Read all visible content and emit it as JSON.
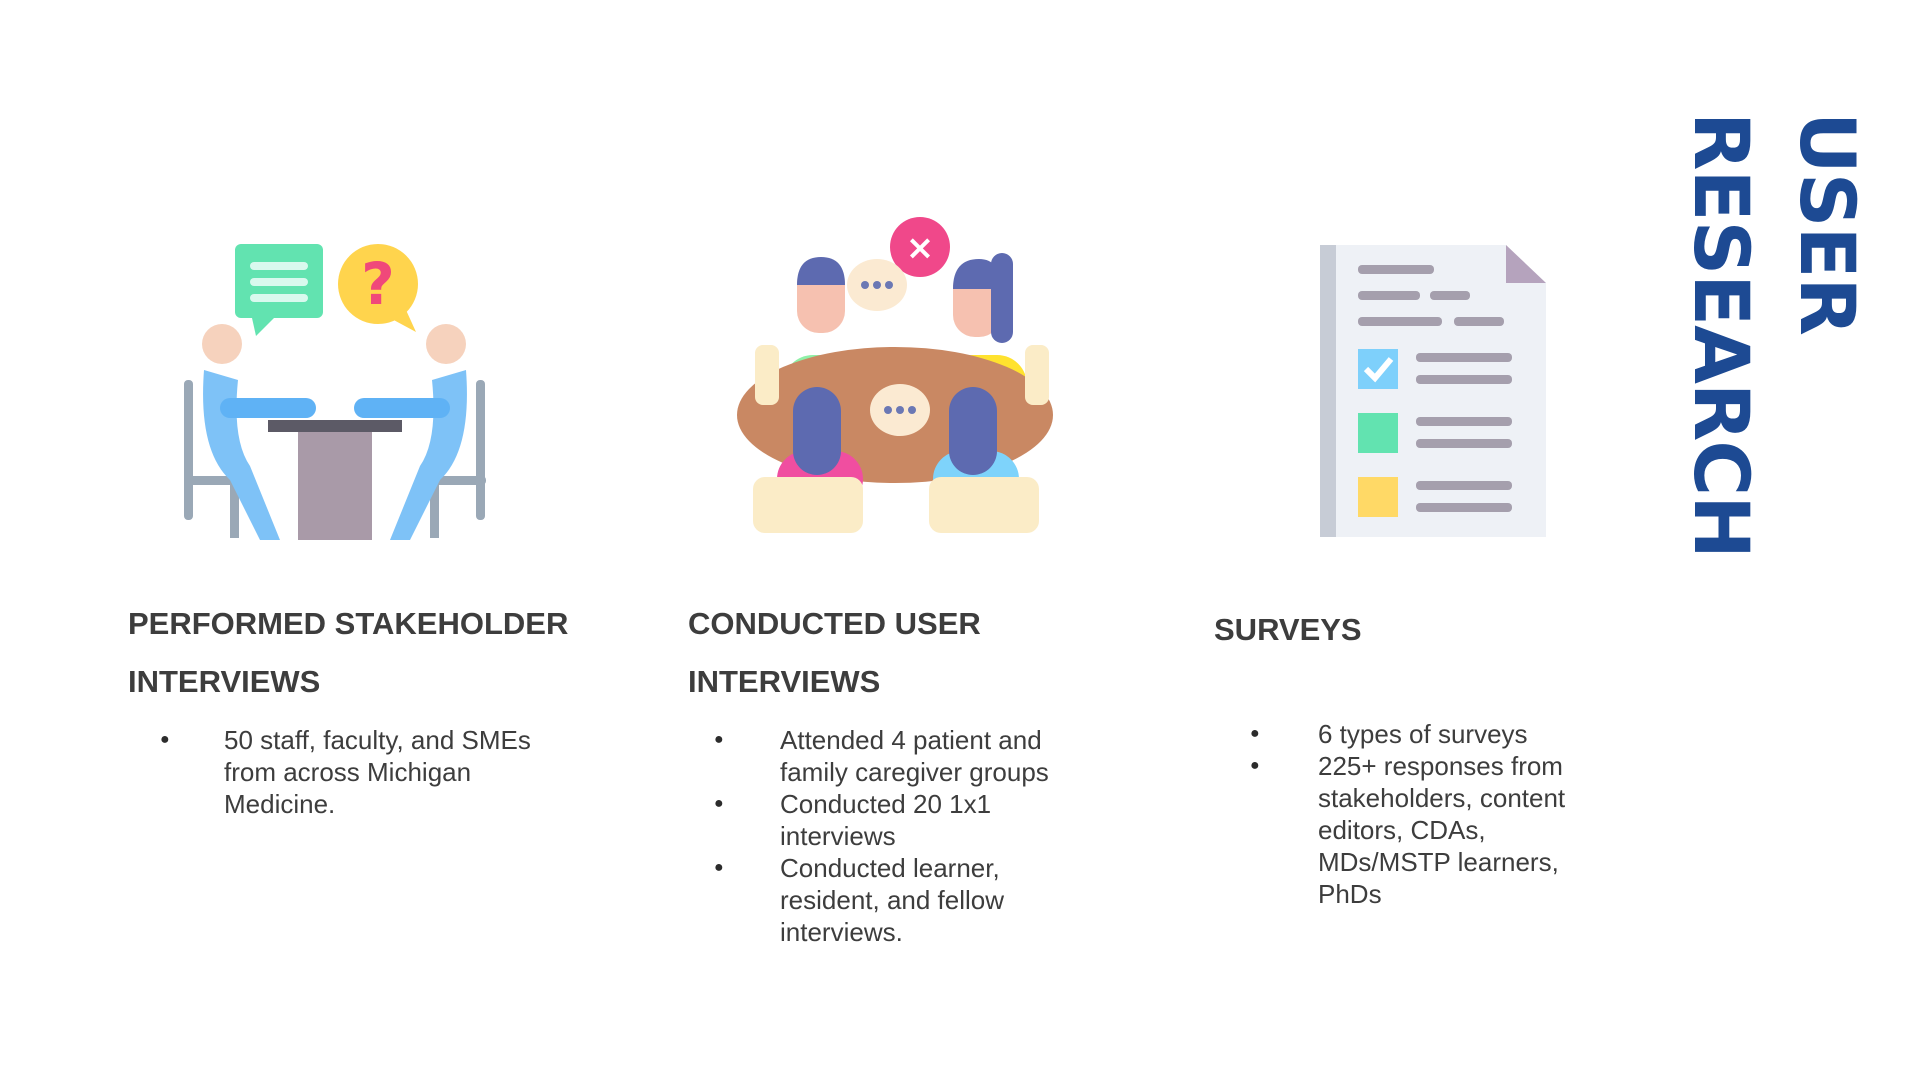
{
  "title": {
    "line1": "USER",
    "line2": "RESEARCH"
  },
  "colors": {
    "title": "#1d4a93",
    "text": "#3d3d3d"
  },
  "columns": [
    {
      "illustration": "stakeholder-interview-icon",
      "heading": [
        "PERFORMED STAKEHOLDER",
        "INTERVIEWS"
      ],
      "bullets": [
        "50 staff, faculty, and SMEs from across Michigan Medicine."
      ]
    },
    {
      "illustration": "group-meeting-icon",
      "heading": [
        "CONDUCTED USER",
        "INTERVIEWS"
      ],
      "bullets": [
        "Attended 4 patient and family caregiver groups",
        "Conducted 20 1x1 interviews",
        "Conducted learner, resident, and fellow interviews."
      ]
    },
    {
      "illustration": "survey-document-icon",
      "heading": [
        "SURVEYS"
      ],
      "bullets": [
        "6 types of surveys",
        "225+ responses from stakeholders, content editors, CDAs, MDs/MSTP learners, PhDs"
      ]
    }
  ]
}
